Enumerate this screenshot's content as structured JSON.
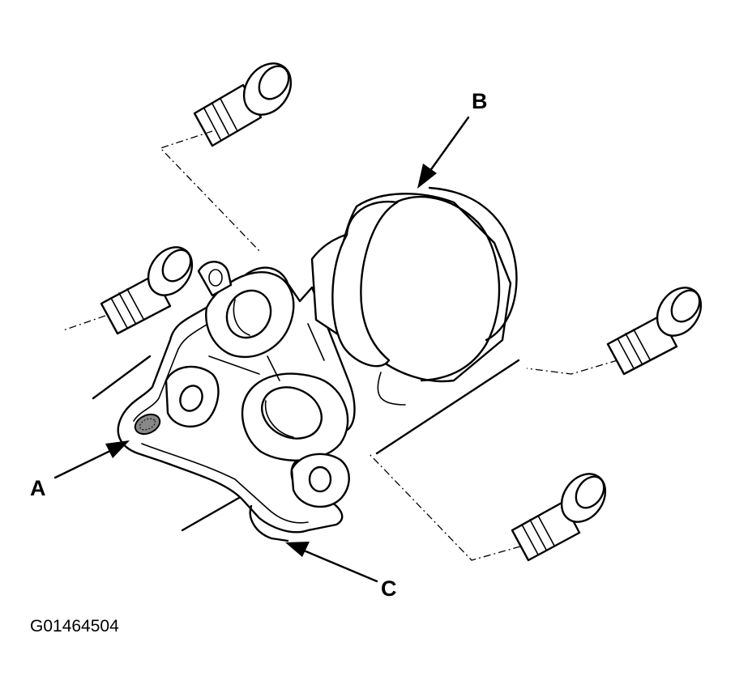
{
  "labels": {
    "a": "A",
    "b": "B",
    "c": "C"
  },
  "figure_code": "G01464504"
}
